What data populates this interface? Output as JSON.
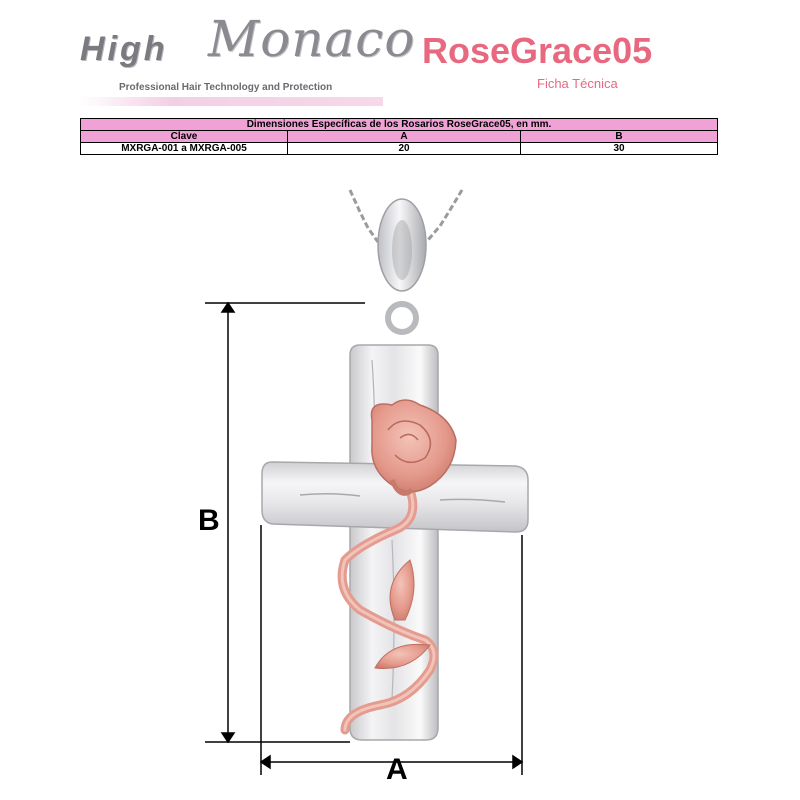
{
  "header": {
    "logo_high": "High",
    "logo_monaco": "Monaco",
    "logo_tagline": "Professional Hair Technology and Protection",
    "brand_title": "RoseGrace05",
    "brand_subtitle": "Ficha Técnica"
  },
  "spec_table": {
    "title": "Dimensiones Específicas de los Rosarios RoseGrace05, en mm.",
    "headers": [
      "Clave",
      "A",
      "B"
    ],
    "rows": [
      [
        "MXRGA-001 a MXRGA-005",
        "20",
        "30"
      ]
    ]
  },
  "diagram": {
    "label_b": "B",
    "label_a": "A"
  },
  "colors": {
    "brand_pink": "#e8697f",
    "table_header": "#f0a2d6",
    "rose_gold": "#e7a196",
    "silver": "#d9d9dc"
  }
}
